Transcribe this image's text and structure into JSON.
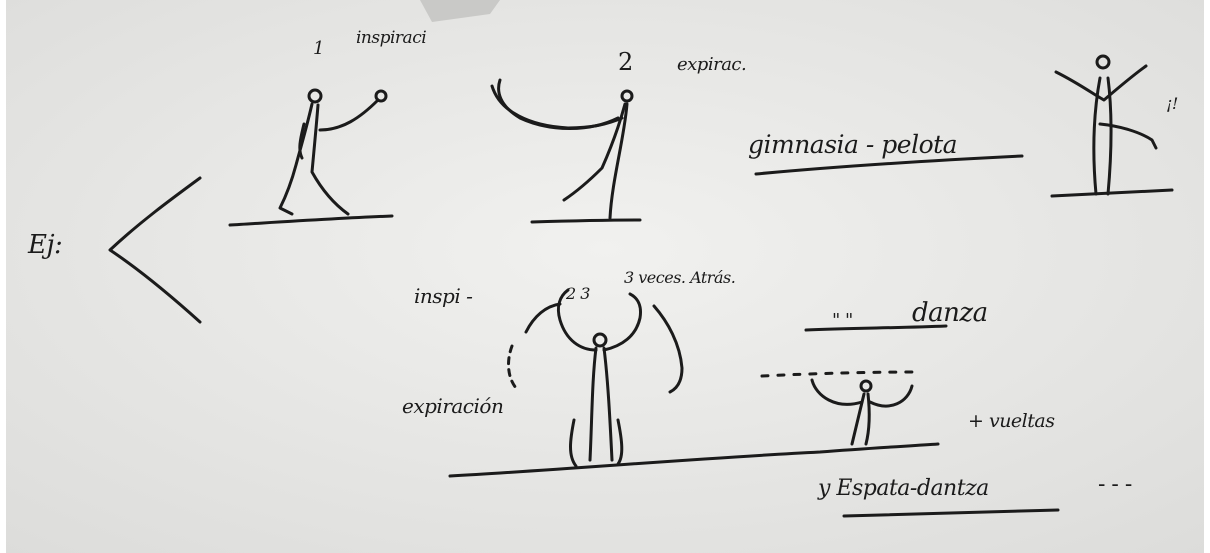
{
  "sketch": {
    "notes": {
      "step_one_number": "1",
      "step_one_label": "inspiraci",
      "step_two_number": "2",
      "step_two_label": "expirac.",
      "pelota_label": "gimnasia - pelota",
      "pelota_exclaim": "¡!",
      "ej_label": "Ej:",
      "inspi_label": "inspi -",
      "arm_marks": "2  3",
      "veces_label": "3 veces. Atrás.",
      "expiracion_label": "expiración",
      "danza_dots": "\" \"",
      "danza_label": "danza",
      "vueltas_label": "+ vueltas",
      "espata_label": "y Espata-dantza",
      "trailing_dashes": "- - -"
    }
  }
}
